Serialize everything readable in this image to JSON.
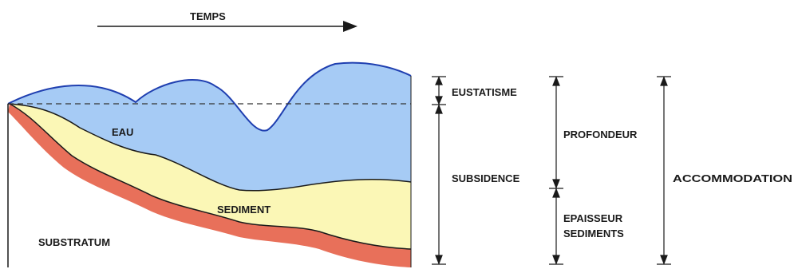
{
  "diagram": {
    "time_label": "TEMPS",
    "layers": {
      "water": "EAU",
      "sediment": "SEDIMENT",
      "substratum": "SUBSTRATUM"
    },
    "measures": {
      "eustatisme": "EUSTATISME",
      "subsidence": "SUBSIDENCE",
      "profondeur": "PROFONDEUR",
      "epaisseur_line1": "EPAISSEUR",
      "epaisseur_line2": "SEDIMENTS",
      "accommodation": "ACCOMMODATION"
    },
    "colors": {
      "water": "#a6cbf5",
      "sediment": "#fbf7b6",
      "substratum_band": "#e8705a",
      "outline": "#1f3fb0",
      "line": "#1a1a1a"
    }
  }
}
